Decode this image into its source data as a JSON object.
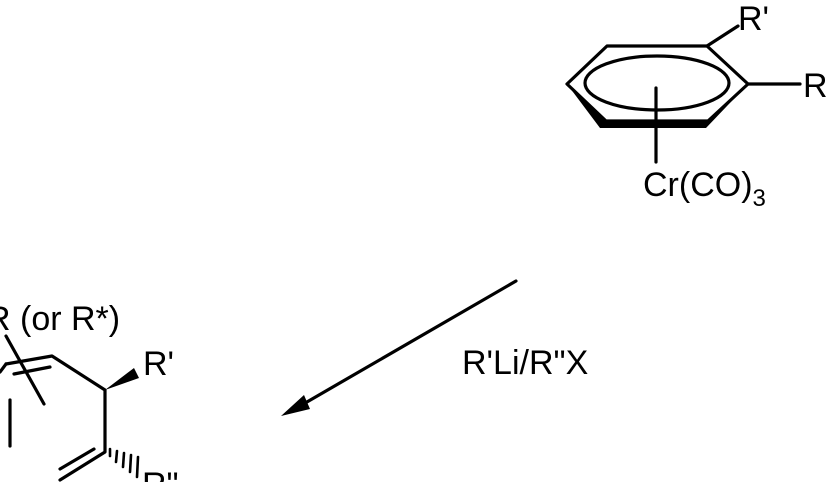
{
  "reactant": {
    "substituent_top": "R'",
    "substituent_right": "R",
    "metal_fragment": "Cr(CO)",
    "metal_fragment_subscript": "3"
  },
  "reagent": {
    "label": "R'Li/R\"X"
  },
  "product": {
    "substituent_ring": "R (or R*)",
    "substituent_wedge": "R'",
    "substituent_hash": "R\""
  },
  "colors": {
    "ink": "#000000",
    "background": "#ffffff"
  }
}
